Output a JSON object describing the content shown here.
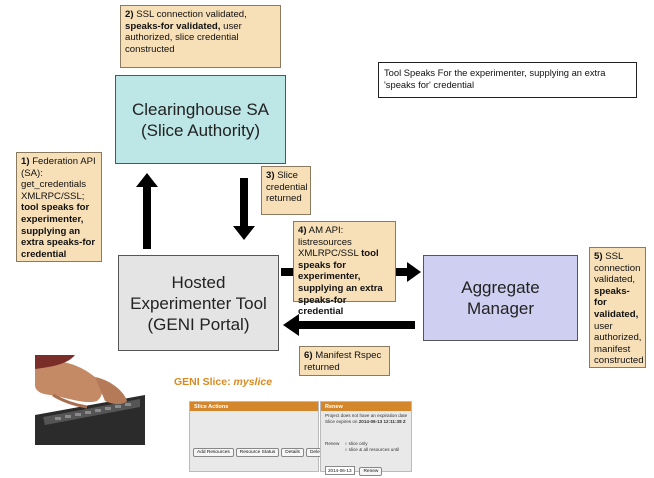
{
  "notes": {
    "n2": {
      "num": "2)",
      "pre": " SSL connection validated, ",
      "bold": "speaks-for validated,",
      "post": " user authorized, slice credential constructed"
    },
    "n1": {
      "num": "1)",
      "pre": " Federation API (SA): get_credentials XMLRPC/SSL; ",
      "bold": "tool speaks for experimenter, supplying an extra speaks-for credential"
    },
    "n3": {
      "num": "3)",
      "text": " Slice credential returned"
    },
    "n4": {
      "num": "4)",
      "pre": " AM API: listresources XMLRPC/SSL ",
      "bold": "tool speaks for experimenter, supplying an extra speaks-for credential"
    },
    "n5": {
      "num": "5)",
      "pre": " SSL connection validated, ",
      "bold": "speaks-for validated,",
      "post": " user authorized, manifest constructed"
    },
    "n6": {
      "num": "6)",
      "text": " Manifest Rspec returned"
    }
  },
  "callout": "Tool Speaks For the experimenter, supplying an extra 'speaks for' credential",
  "boxes": {
    "clearinghouse": {
      "line1": "Clearinghouse SA",
      "line2": "(Slice Authority)",
      "color": "#bde6e6"
    },
    "tool": {
      "line1": "Hosted",
      "line2": "Experimenter Tool",
      "line3": "(GENI Portal)",
      "color": "#e4e4e4"
    },
    "am": {
      "line1": "Aggregate",
      "line2": "Manager",
      "color": "#cfcff2"
    }
  },
  "portal": {
    "title_prefix": "GENI Slice: ",
    "title_name": "myslice",
    "actions_header": "Slice Actions",
    "renew_header": "Renew",
    "buttons": [
      "Add Resources",
      "Resource Status",
      "Details",
      "Delete Resources"
    ],
    "renew_line1": "Project does not have an expiration date",
    "renew_line2_prefix": "Slice expires on ",
    "renew_line2_date": "2014-06-13 12:11:38 Z",
    "renew_label": "Renew",
    "opt1": "slice only",
    "opt2": "slice & all resources",
    "until": "until",
    "date_value": "2014-06-13",
    "renew_button": "Renew"
  },
  "colors": {
    "note_bg": "#f7dfb8",
    "arrow": "#000000",
    "accent": "#d98a1f"
  }
}
